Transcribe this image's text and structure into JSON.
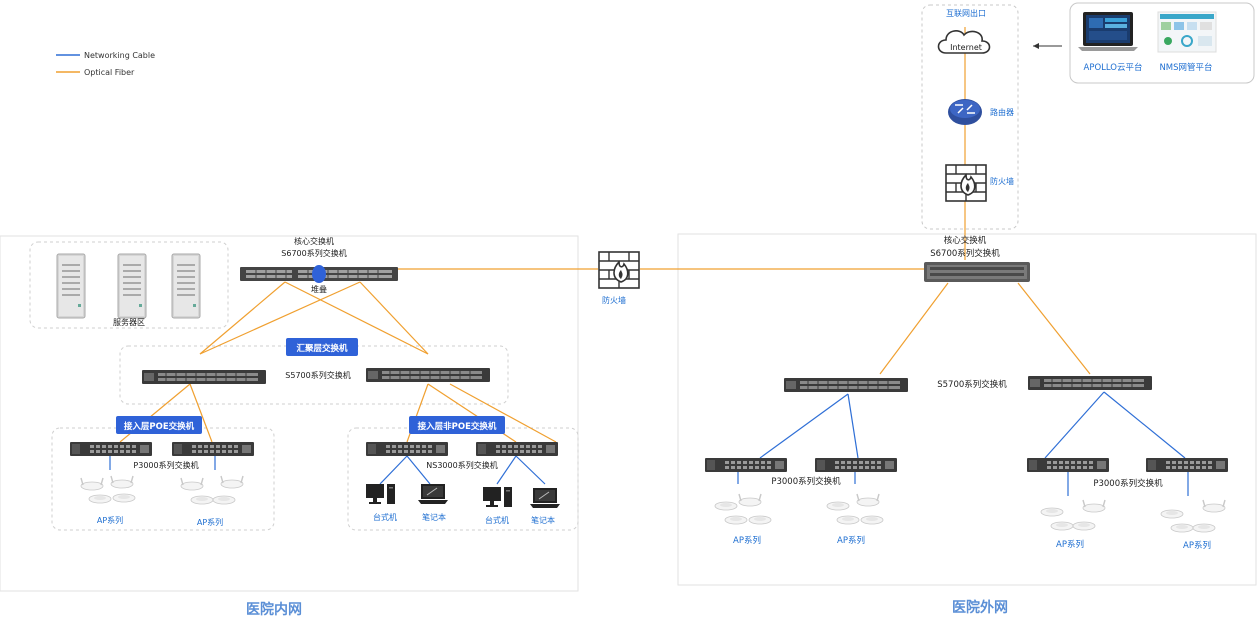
{
  "legend": {
    "cable": "Networking Cable",
    "fiber": "Optical Fiber"
  },
  "colors": {
    "cable": "#2f6fd6",
    "fiber": "#f0a030",
    "label_blue": "#1f6fd1",
    "badge_bg": "#2f62d8",
    "section": "#5b8fd6"
  },
  "top": {
    "internet_exit": "互联网出口",
    "internet": "Internet",
    "router": "路由器",
    "firewall": "防火墙",
    "apollo": "APOLLO云平台",
    "nms": "NMS网管平台"
  },
  "inner": {
    "core_title": "核心交换机",
    "core_model": "S6700系列交换机",
    "stack": "堆叠",
    "server_area": "服务器区",
    "agg_badge": "汇聚层交换机",
    "agg_model": "S5700系列交换机",
    "poe_badge": "接入层POE交换机",
    "poe_model": "P3000系列交换机",
    "ap1": "AP系列",
    "ap2": "AP系列",
    "nonpoe_badge": "接入层非POE交换机",
    "nonpoe_model": "NS3000系列交换机",
    "desktop1": "台式机",
    "laptop1": "笔记本",
    "desktop2": "台式机",
    "laptop2": "笔记本",
    "section": "医院内网"
  },
  "middle_firewall": "防火墙",
  "outer": {
    "core_title": "核心交换机",
    "core_model": "S6700系列交换机",
    "agg_model": "S5700系列交换机",
    "access_left_model": "P3000系列交换机",
    "access_right_model": "P3000系列交换机",
    "ap1": "AP系列",
    "ap2": "AP系列",
    "ap3": "AP系列",
    "ap4": "AP系列",
    "section": "医院外网"
  }
}
